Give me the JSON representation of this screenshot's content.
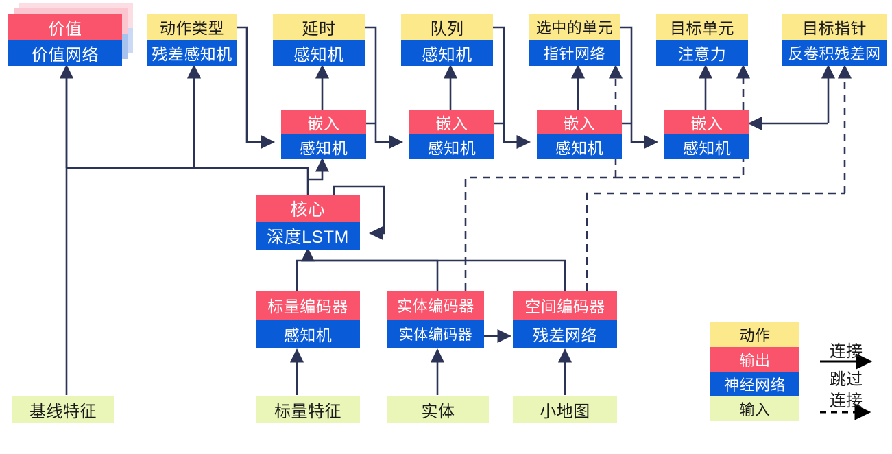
{
  "diagram": {
    "title": "AlphaStar-style agent architecture",
    "colors": {
      "action": "#fbe98b",
      "output": "#f9546c",
      "network": "#0a5bd8",
      "input": "#e9f6b8",
      "edge": "#2b3356",
      "legend_arrow": "#000000"
    },
    "heads": [
      {
        "id": "value",
        "top": "价值",
        "bottom": "价值网络"
      },
      {
        "id": "action-type",
        "top": "动作类型",
        "bottom": "残差感知机"
      },
      {
        "id": "delay",
        "top": "延时",
        "bottom": "感知机"
      },
      {
        "id": "queue",
        "top": "队列",
        "bottom": "感知机"
      },
      {
        "id": "selected-units",
        "top": "选中的单元",
        "bottom": "指针网络"
      },
      {
        "id": "target-unit",
        "top": "目标单元",
        "bottom": "注意力"
      },
      {
        "id": "target-point",
        "top": "目标指针",
        "bottom": "反卷积残差网"
      }
    ],
    "embeddings": [
      {
        "id": "embed-delay",
        "top": "嵌入",
        "bottom": "感知机"
      },
      {
        "id": "embed-queue",
        "top": "嵌入",
        "bottom": "感知机"
      },
      {
        "id": "embed-selected-units",
        "top": "嵌入",
        "bottom": "感知机"
      },
      {
        "id": "embed-target-unit",
        "top": "嵌入",
        "bottom": "感知机"
      }
    ],
    "core": {
      "id": "core",
      "top": "核心",
      "bottom": "深度LSTM"
    },
    "encoders": [
      {
        "id": "scalar-encoder",
        "top": "标量编码器",
        "bottom": "感知机"
      },
      {
        "id": "entity-encoder",
        "top": "实体编码器",
        "bottom": "实体编码器"
      },
      {
        "id": "spatial-encoder",
        "top": "空间编码器",
        "bottom": "残差网络"
      }
    ],
    "inputs": [
      {
        "id": "baseline-features",
        "label": "基线特征"
      },
      {
        "id": "scalar-features",
        "label": "标量特征"
      },
      {
        "id": "entities",
        "label": "实体"
      },
      {
        "id": "minimap",
        "label": "小地图"
      }
    ],
    "legend": {
      "swatches": [
        {
          "id": "legend-action",
          "label": "动作"
        },
        {
          "id": "legend-output",
          "label": "输出"
        },
        {
          "id": "legend-network",
          "label": "神经网络"
        },
        {
          "id": "legend-input",
          "label": "输入"
        }
      ],
      "connection_label": "连接",
      "skip_label_line1": "跳过",
      "skip_label_line2": "连接"
    }
  }
}
